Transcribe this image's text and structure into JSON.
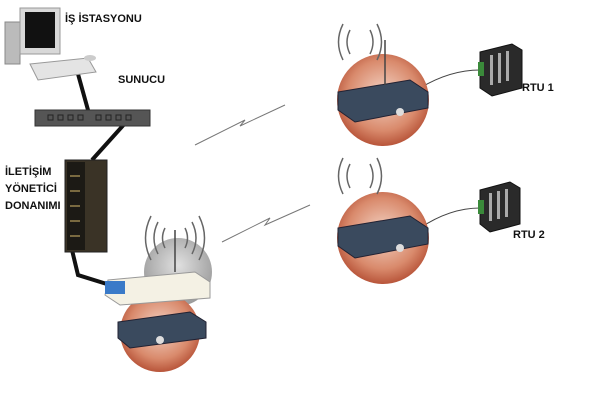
{
  "labels": {
    "workstation": "İŞ İSTASYONU",
    "server": "SUNUCU",
    "comm_hardware": [
      "İLETİŞİM",
      "YÖNETİCİ",
      "DONANIMI"
    ],
    "rtu1": "RTU 1",
    "rtu2": "RTU 2"
  },
  "colors": {
    "radio_halo": "#c8674a",
    "cable": "#111111",
    "modem": "#3a4a5e"
  }
}
